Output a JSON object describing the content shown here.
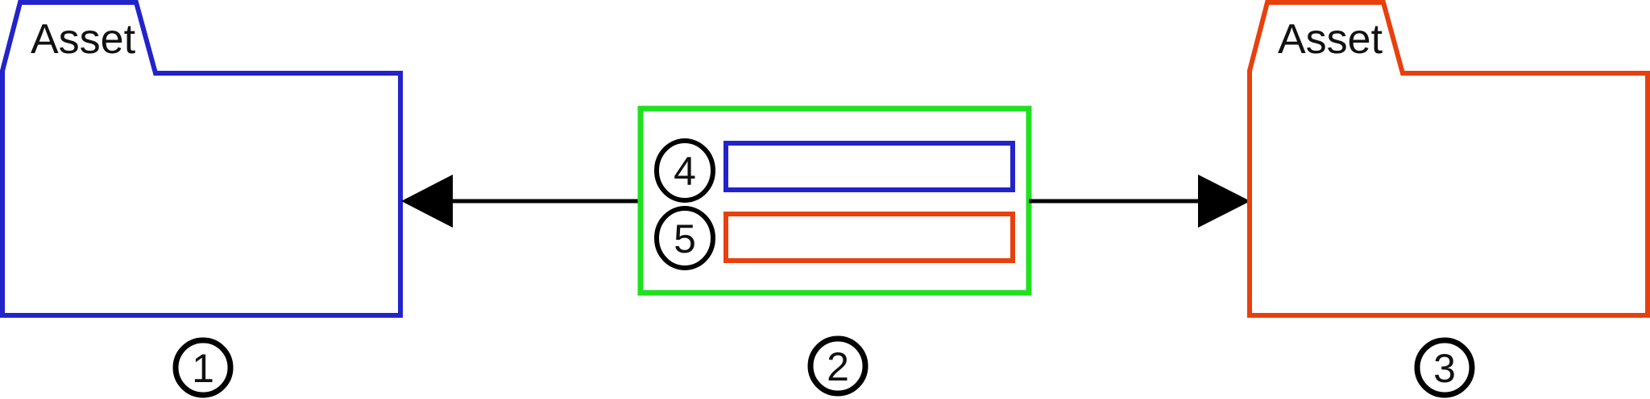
{
  "figure": {
    "left_folder": {
      "title": "Asset",
      "badge": "1",
      "color": "#2323CC"
    },
    "mapping_box": {
      "badge": "2",
      "color": "#1FE11F",
      "rows": [
        {
          "badge": "4",
          "color": "#2323CC"
        },
        {
          "badge": "5",
          "color": "#E8400D"
        }
      ]
    },
    "right_folder": {
      "title": "Asset",
      "badge": "3",
      "color": "#E8400D"
    },
    "arrow_color": "#000000",
    "badge_color": "#000000"
  }
}
